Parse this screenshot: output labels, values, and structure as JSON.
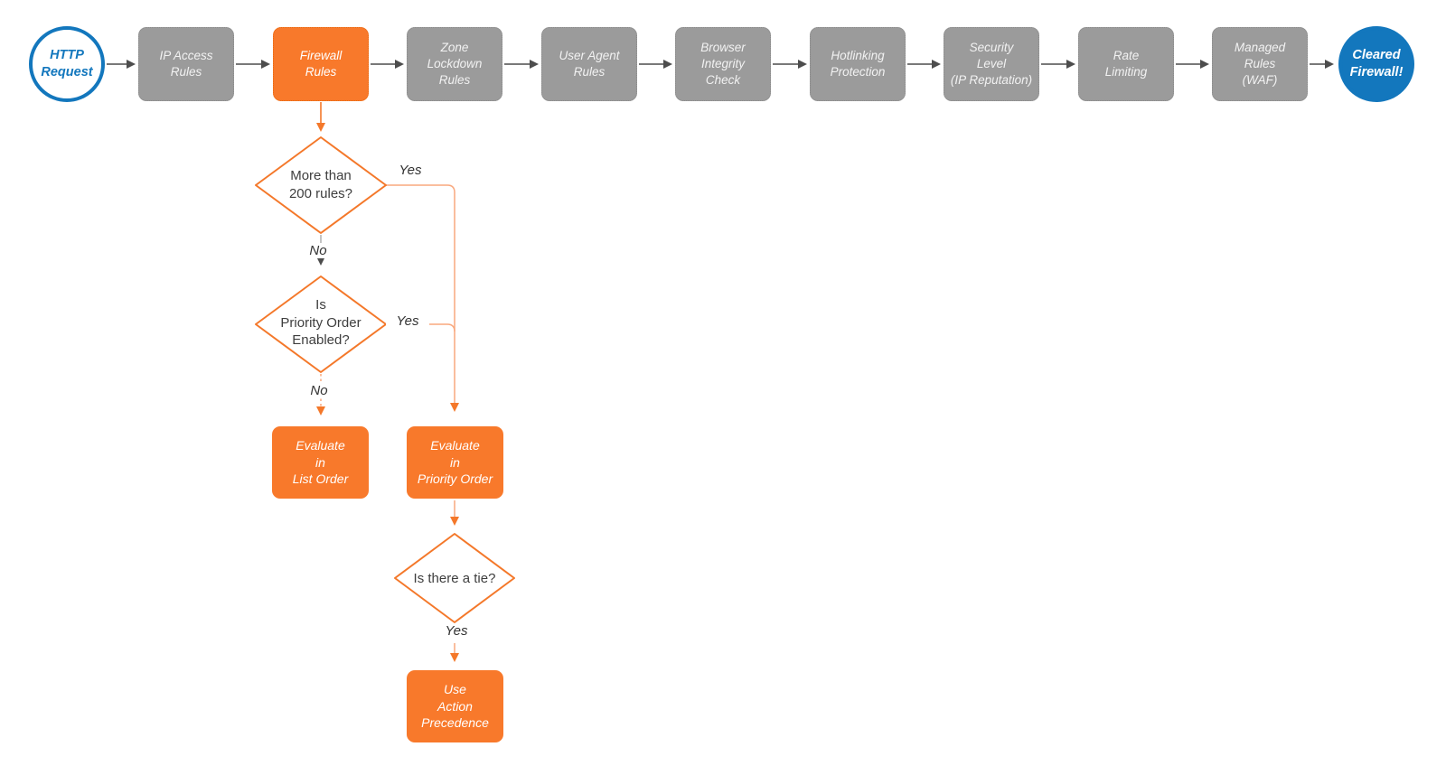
{
  "pipeline": {
    "start": {
      "label": "HTTP\nRequest"
    },
    "stages": [
      {
        "label": "IP Access\nRules"
      },
      {
        "label": "Firewall\nRules"
      },
      {
        "label": "Zone\nLockdown\nRules"
      },
      {
        "label": "User Agent\nRules"
      },
      {
        "label": "Browser\nIntegrity\nCheck"
      },
      {
        "label": "Hotlinking\nProtection"
      },
      {
        "label": "Security\nLevel\n(IP Reputation)"
      },
      {
        "label": "Rate\nLimiting"
      },
      {
        "label": "Managed\nRules\n(WAF)"
      }
    ],
    "end": {
      "label": "Cleared\nFirewall!"
    }
  },
  "decisions": {
    "rules_count": {
      "question": "More than\n200 rules?",
      "yes_label": "Yes",
      "no_label": "No"
    },
    "priority_enabled": {
      "question": "Is\nPriority Order\nEnabled?",
      "yes_label": "Yes",
      "no_label": "No"
    },
    "tie": {
      "question": "Is there a tie?",
      "yes_label": "Yes"
    }
  },
  "actions": {
    "list_order": {
      "label": "Evaluate\nin\nList Order"
    },
    "priority_order": {
      "label": "Evaluate\nin\nPriority Order"
    },
    "action_precedence": {
      "label": "Use\nAction\nPrecedence"
    }
  },
  "colors": {
    "orange": "#F8792B",
    "orange_pale_connector": "#F9A87E",
    "gray_stage": "#9B9B9B",
    "blue": "#1377BD",
    "arrow_dark": "#4D4D4D"
  }
}
